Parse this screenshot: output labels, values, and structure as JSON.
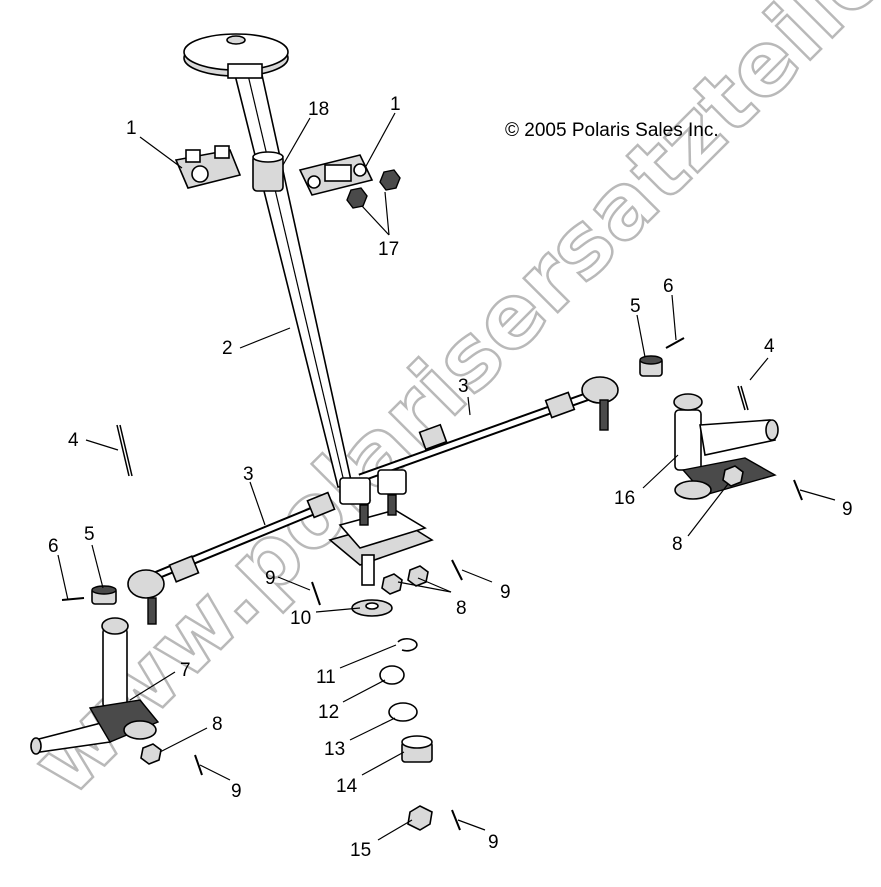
{
  "copyright": "© 2005 Polaris Sales Inc.",
  "watermark": "www.polarisersatzteile.de",
  "callouts": [
    "1",
    "1",
    "18",
    "17",
    "2",
    "3",
    "3",
    "4",
    "4",
    "5",
    "5",
    "6",
    "6",
    "7",
    "8",
    "8",
    "8",
    "9",
    "9",
    "9",
    "9",
    "9",
    "10",
    "11",
    "12",
    "13",
    "14",
    "15",
    "16"
  ]
}
